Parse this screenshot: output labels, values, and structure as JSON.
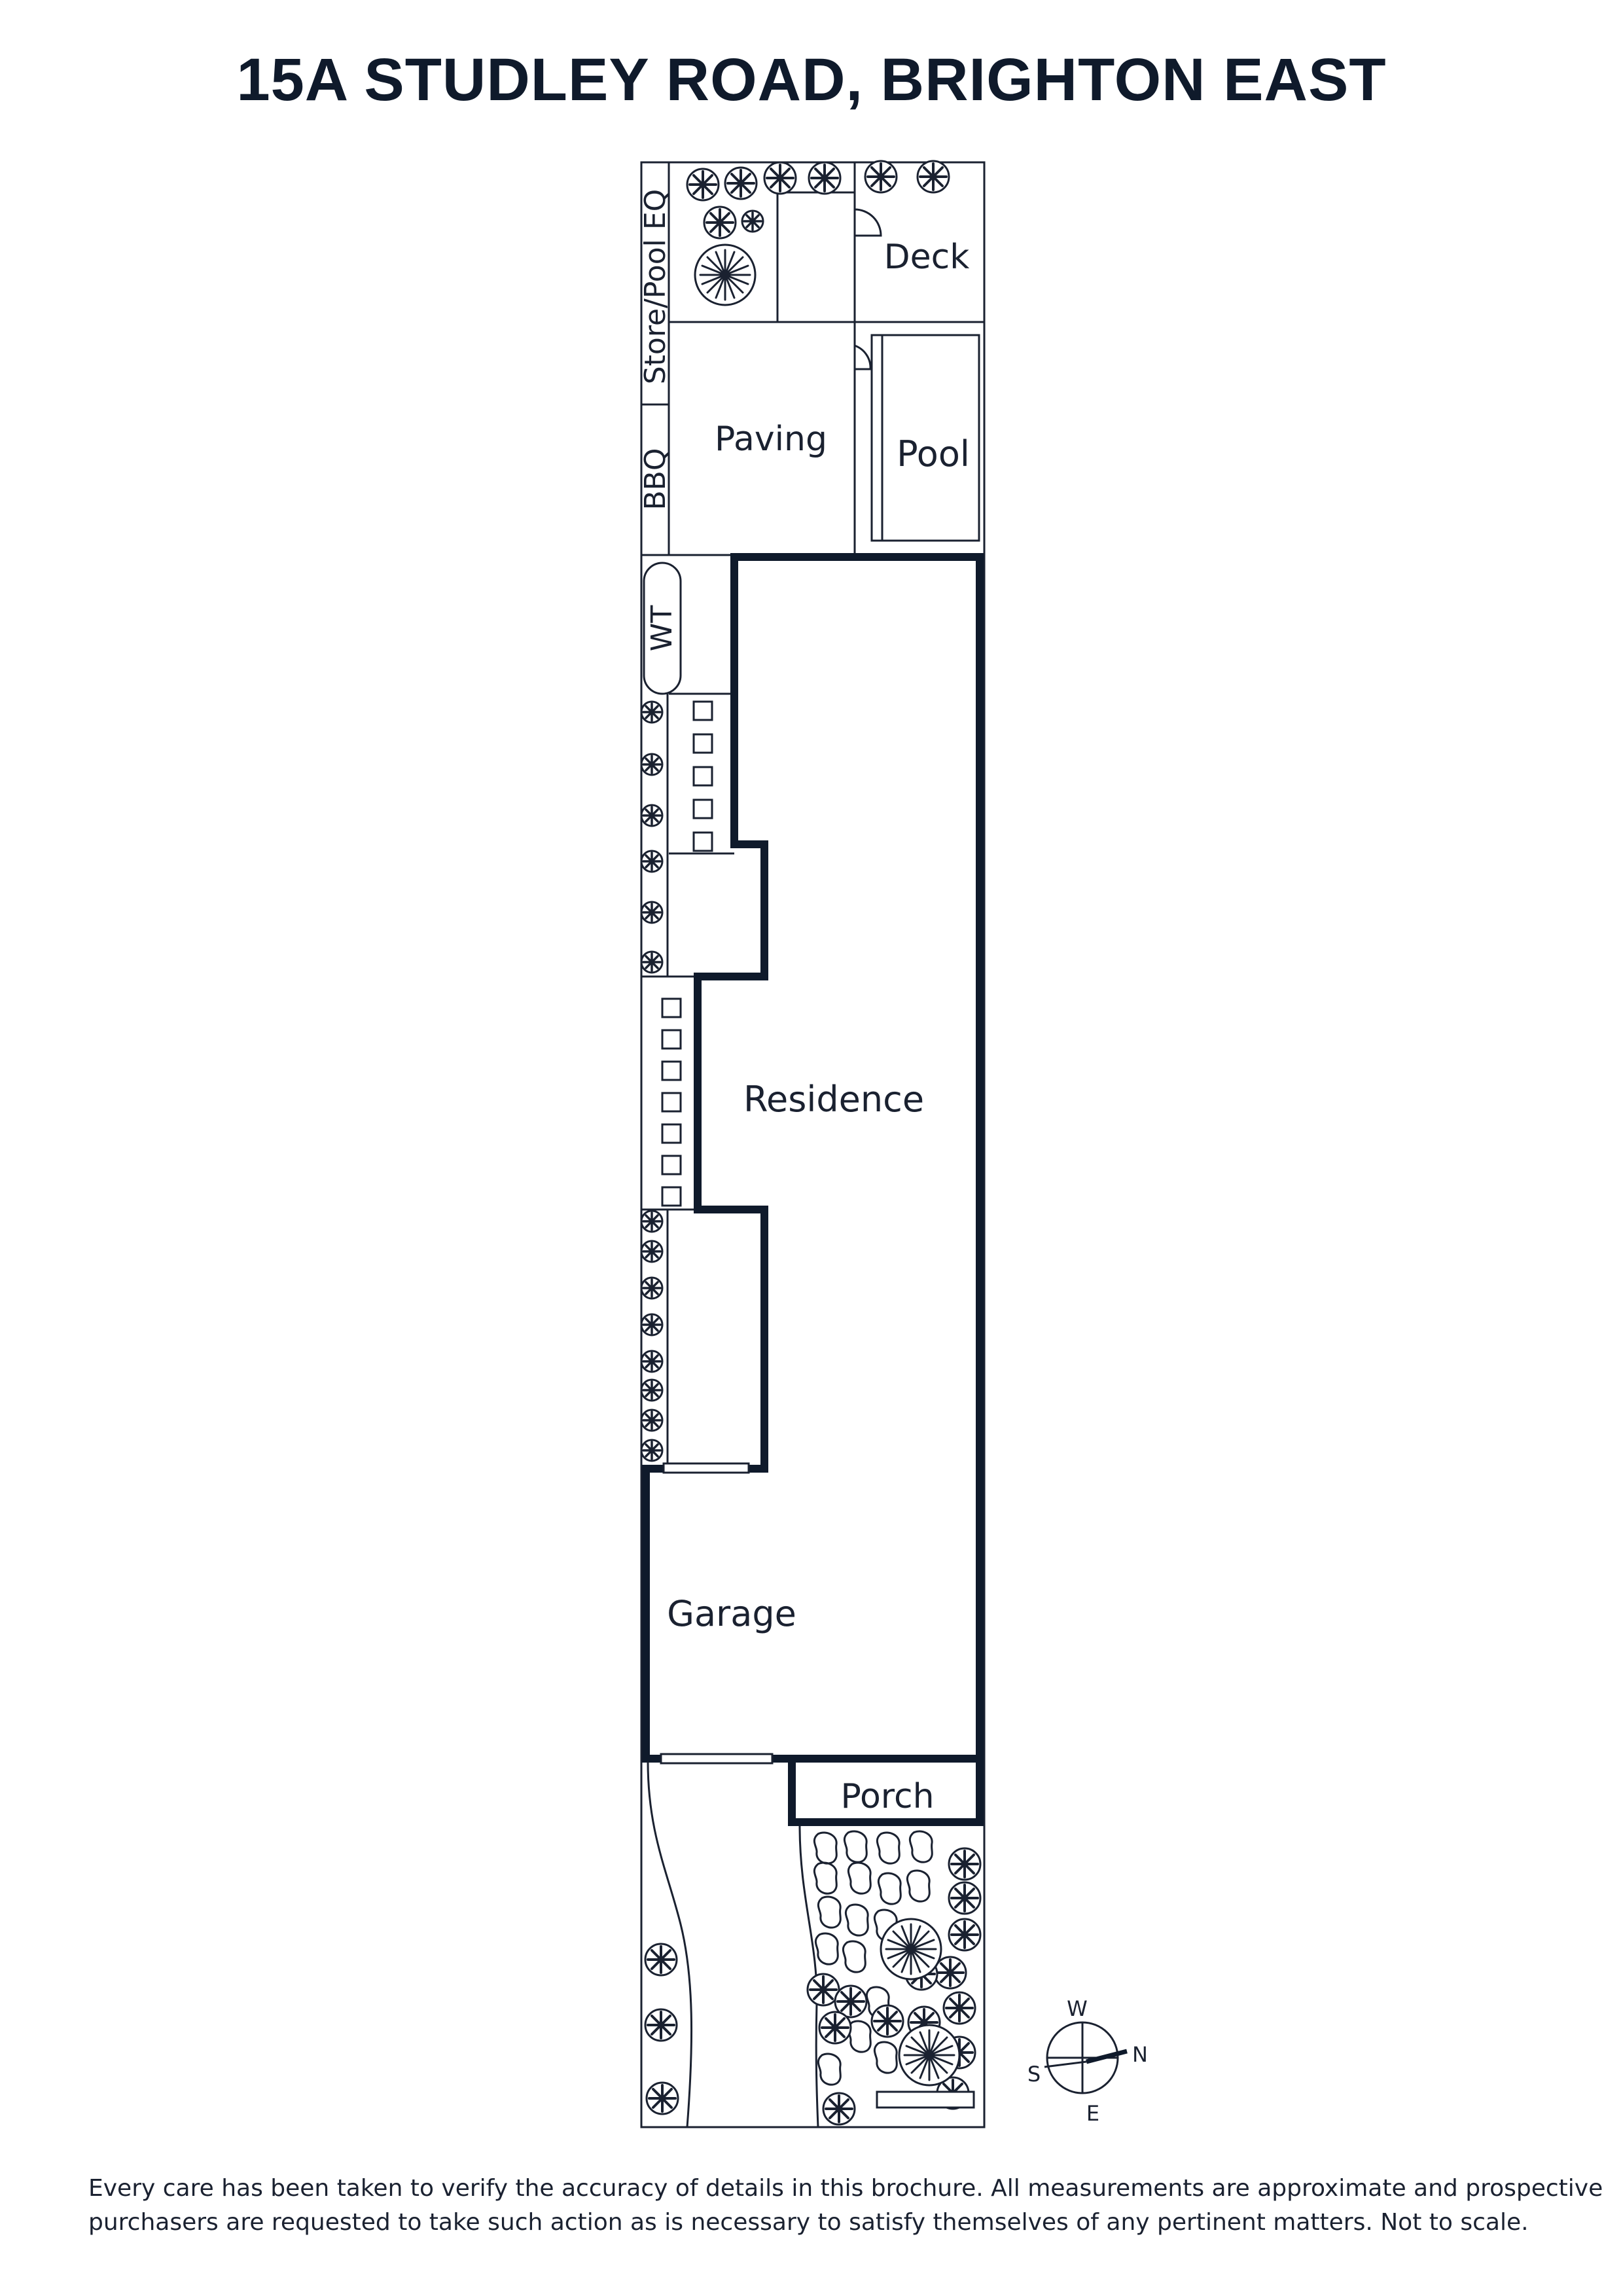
{
  "title": "15A STUDLEY ROAD, BRIGHTON EAST",
  "rooms": {
    "deck": "Deck",
    "paving": "Paving",
    "pool": "Pool",
    "store": "Store/Pool EQ",
    "bbq": "BBQ",
    "wt": "WT",
    "residence": "Residence",
    "garage": "Garage",
    "porch": "Porch"
  },
  "compass": {
    "w": "W",
    "n": "N",
    "s": "S",
    "e": "E"
  },
  "disclaimer": [
    "Every care has been taken to verify the accuracy of details in this brochure. All measurements are approximate and prospective",
    "purchasers are requested to take such action as is necessary to satisfy themselves of any pertinent matters. Not to scale."
  ],
  "colors": {
    "ink": "#0f1a2b",
    "line": "#1a2130"
  }
}
